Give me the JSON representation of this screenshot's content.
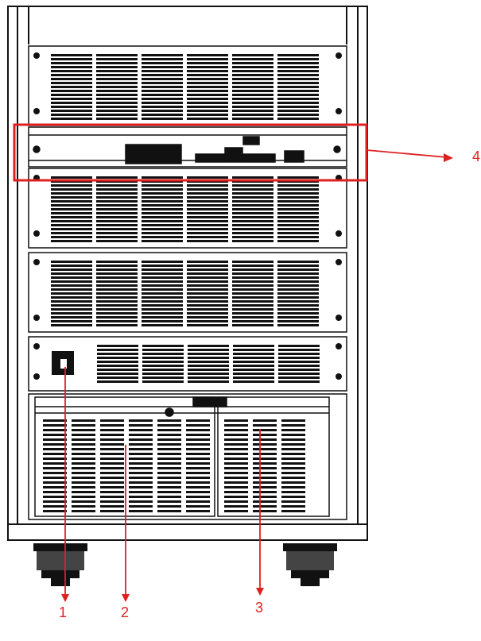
{
  "callouts": {
    "c1": "1",
    "c2": "2",
    "c3": "3",
    "c4": "4"
  },
  "colors": {
    "line": "#111111",
    "accent": "#e02020",
    "background": "#ffffff"
  },
  "icons": {
    "power_switch": "power-switch-icon",
    "vent_grille": "vent-grille-icon",
    "caster_wheel": "caster-wheel-icon"
  }
}
